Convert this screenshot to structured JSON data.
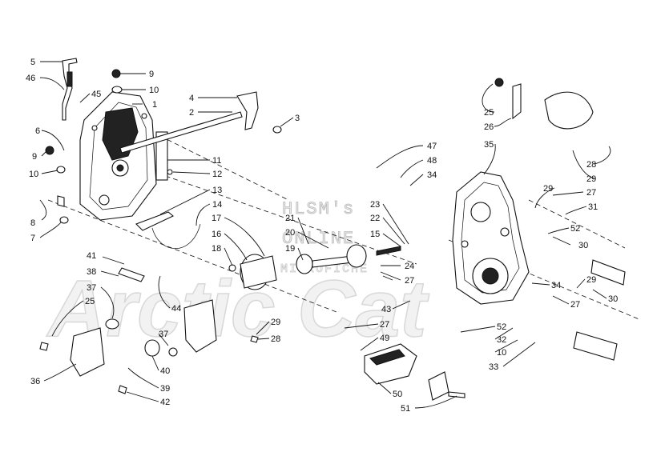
{
  "watermark": {
    "line1": "HLSM's",
    "line2": "ONLINE",
    "line3": "MICROFICHE",
    "logo": "Arctic Cat"
  },
  "callouts": [
    {
      "id": "c5",
      "text": "5"
    },
    {
      "id": "c46",
      "text": "46"
    },
    {
      "id": "c45",
      "text": "45"
    },
    {
      "id": "c9a",
      "text": "9"
    },
    {
      "id": "c10a",
      "text": "10"
    },
    {
      "id": "c1",
      "text": "1"
    },
    {
      "id": "c4",
      "text": "4"
    },
    {
      "id": "c2",
      "text": "2"
    },
    {
      "id": "c3",
      "text": "3"
    },
    {
      "id": "c6",
      "text": "6"
    },
    {
      "id": "c9b",
      "text": "9"
    },
    {
      "id": "c10b",
      "text": "10"
    },
    {
      "id": "c11",
      "text": "11"
    },
    {
      "id": "c12",
      "text": "12"
    },
    {
      "id": "c13",
      "text": "13"
    },
    {
      "id": "c14",
      "text": "14"
    },
    {
      "id": "c8",
      "text": "8"
    },
    {
      "id": "c7",
      "text": "7"
    },
    {
      "id": "c17",
      "text": "17"
    },
    {
      "id": "c16",
      "text": "16"
    },
    {
      "id": "c18",
      "text": "18"
    },
    {
      "id": "c21",
      "text": "21"
    },
    {
      "id": "c20",
      "text": "20"
    },
    {
      "id": "c19",
      "text": "19"
    },
    {
      "id": "c23",
      "text": "23"
    },
    {
      "id": "c22",
      "text": "22"
    },
    {
      "id": "c15",
      "text": "15"
    },
    {
      "id": "c24",
      "text": "24"
    },
    {
      "id": "c27a",
      "text": "27"
    },
    {
      "id": "c47",
      "text": "47"
    },
    {
      "id": "c48",
      "text": "48"
    },
    {
      "id": "c34a",
      "text": "34"
    },
    {
      "id": "c35",
      "text": "35"
    },
    {
      "id": "c25a",
      "text": "25"
    },
    {
      "id": "c26",
      "text": "26"
    },
    {
      "id": "c28a",
      "text": "28"
    },
    {
      "id": "c29a",
      "text": "29"
    },
    {
      "id": "c29b",
      "text": "29"
    },
    {
      "id": "c27b",
      "text": "27"
    },
    {
      "id": "c31",
      "text": "31"
    },
    {
      "id": "c52a",
      "text": "52"
    },
    {
      "id": "c30a",
      "text": "30"
    },
    {
      "id": "c34b",
      "text": "34"
    },
    {
      "id": "c29c",
      "text": "29"
    },
    {
      "id": "c27c",
      "text": "27"
    },
    {
      "id": "c30b",
      "text": "30"
    },
    {
      "id": "c43",
      "text": "43"
    },
    {
      "id": "c41",
      "text": "41"
    },
    {
      "id": "c38",
      "text": "38"
    },
    {
      "id": "c37a",
      "text": "37"
    },
    {
      "id": "c25b",
      "text": "25"
    },
    {
      "id": "c44",
      "text": "44"
    },
    {
      "id": "c29d",
      "text": "29"
    },
    {
      "id": "c28b",
      "text": "28"
    },
    {
      "id": "c37b",
      "text": "37"
    },
    {
      "id": "c40",
      "text": "40"
    },
    {
      "id": "c36",
      "text": "36"
    },
    {
      "id": "c39",
      "text": "39"
    },
    {
      "id": "c42",
      "text": "42"
    },
    {
      "id": "c27d",
      "text": "27"
    },
    {
      "id": "c49",
      "text": "49"
    },
    {
      "id": "c50",
      "text": "50"
    },
    {
      "id": "c51",
      "text": "51"
    },
    {
      "id": "c52b",
      "text": "52"
    },
    {
      "id": "c32",
      "text": "32"
    },
    {
      "id": "c10c",
      "text": "10"
    },
    {
      "id": "c33",
      "text": "33"
    }
  ]
}
